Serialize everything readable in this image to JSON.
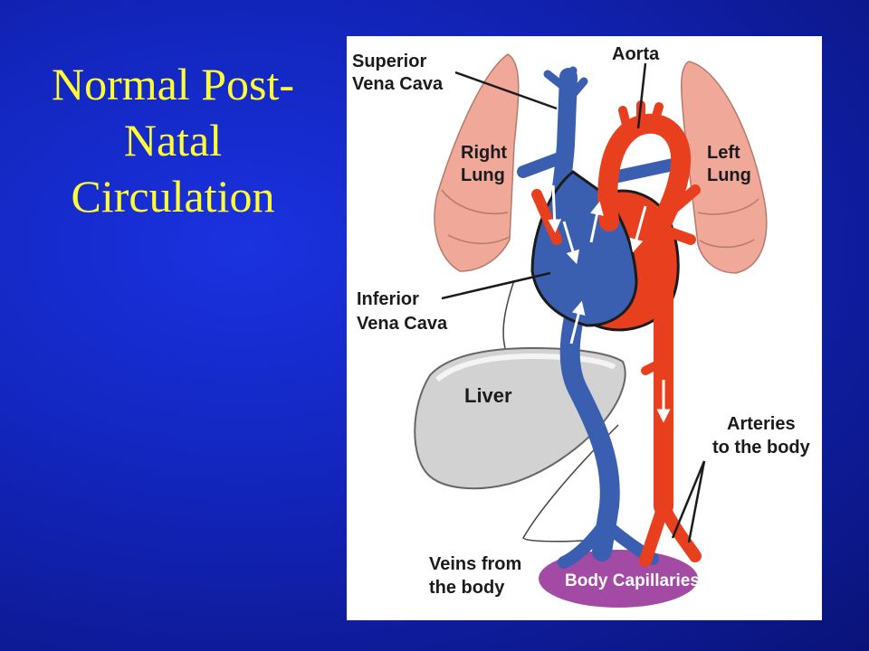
{
  "title": {
    "lines": [
      "Normal Post-",
      "Natal",
      "Circulation"
    ]
  },
  "labels": {
    "superior_vena_cava": [
      "Superior",
      "Vena Cava"
    ],
    "aorta": "Aorta",
    "right_lung": [
      "Right",
      "Lung"
    ],
    "left_lung": [
      "Left",
      "Lung"
    ],
    "inferior_vena_cava": [
      "Inferior",
      "Vena Cava"
    ],
    "liver": "Liver",
    "arteries": [
      "Arteries",
      "to the body"
    ],
    "veins": [
      "Veins from",
      "the body"
    ],
    "capillaries": "Body Capillaries"
  },
  "colors": {
    "background": "#1224b8",
    "title": "#ffff33",
    "vein_blue": "#3b5fb0",
    "artery_red": "#e8401f",
    "lung_pink": "#f0a898",
    "liver_grey": "#d2d2d2",
    "capillary_purple": "#a24aa4"
  }
}
